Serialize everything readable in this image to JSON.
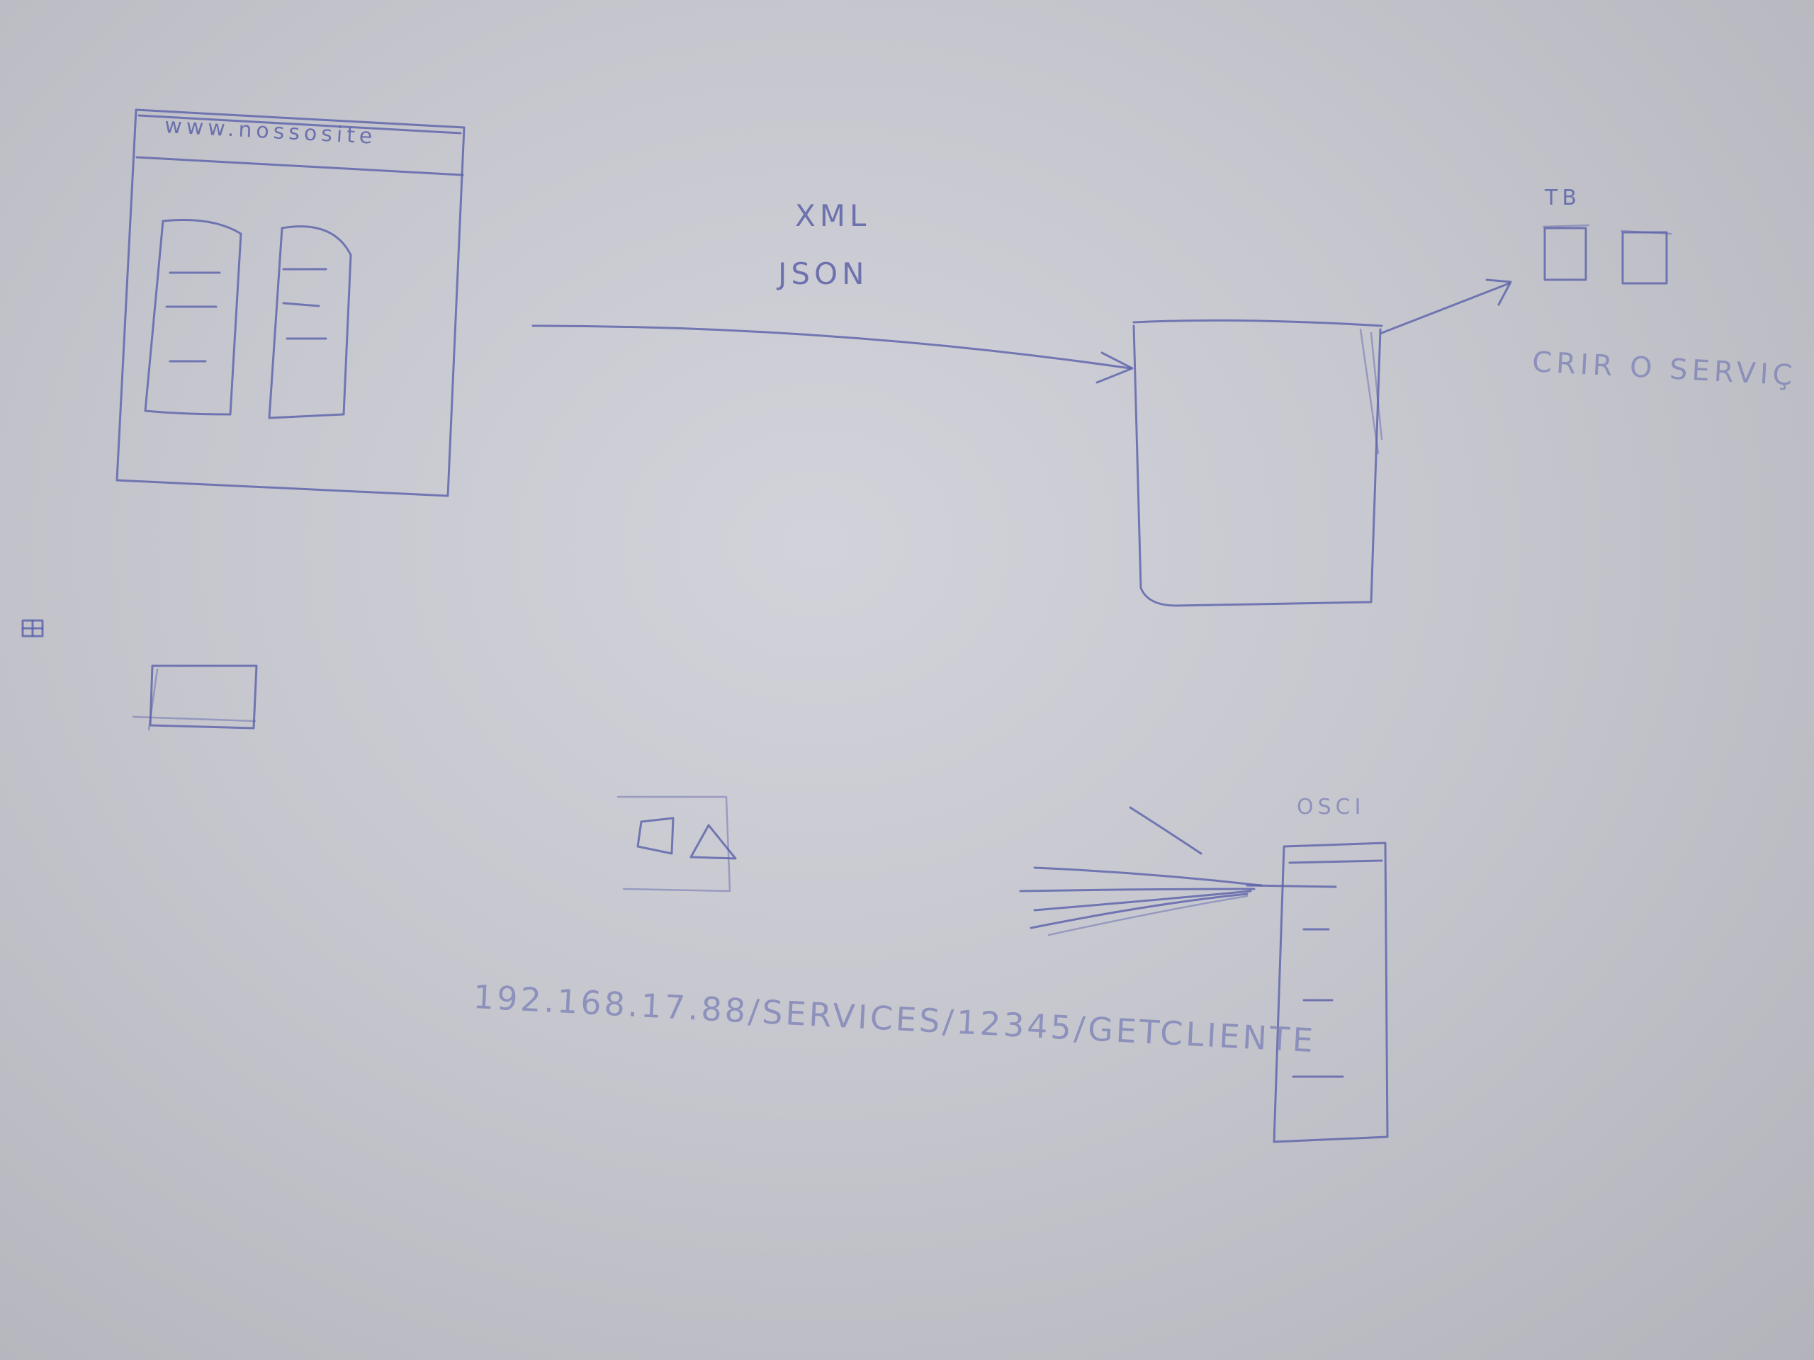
{
  "browser_sketch": {
    "url": "www.nossosite"
  },
  "transfer": {
    "formats": [
      "XML",
      "JSON"
    ]
  },
  "services": {
    "label": "TB",
    "caption": "CRIR O SERVIÇ"
  },
  "database": {
    "label": "OSCI"
  },
  "endpoint": {
    "url": "192.168.17.88/SERVICES/12345/GETCLIENTE"
  }
}
